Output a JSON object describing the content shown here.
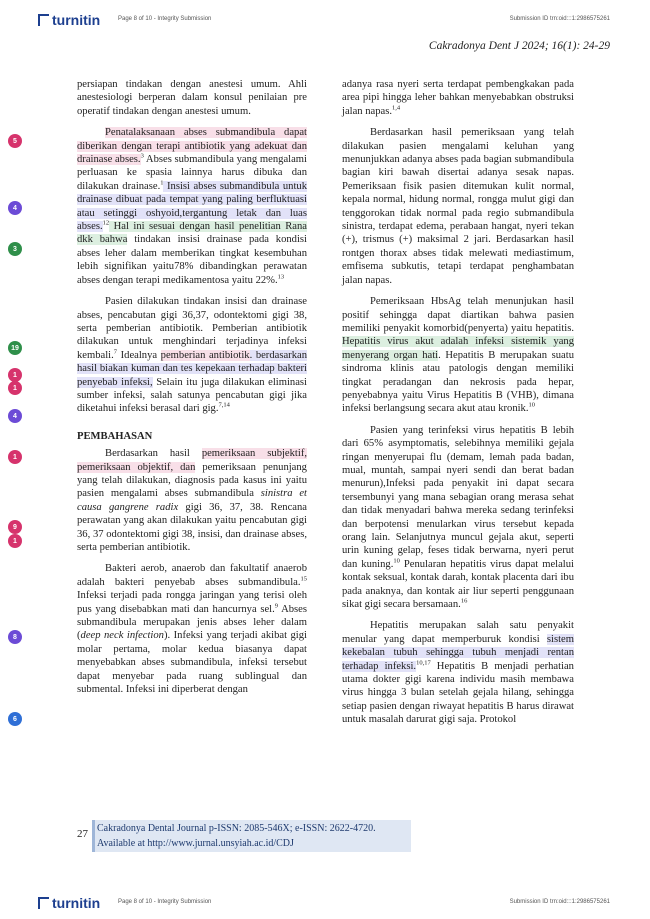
{
  "header": {
    "logo": "turnitin",
    "page_info": "Page 8 of 10 - Integrity Submission",
    "submission": "Submission ID trn:oid:::1:2986575261",
    "journal_ref": "Cakradonya Dent J 2024; 16(1): 24-29"
  },
  "left": {
    "p1": "persiapan tindakan dengan anestesi umum. Ahli anestesiologi berperan dalam konsul penilaian pre operatif tindakan dengan anestesi umum.",
    "p2_a": "Penatalaksanaan abses submandibula dapat diberikan dengan terapi antibiotik yang adekuat dan drainase abses.",
    "p2_s1": "3",
    "p2_b": " Abses submandibula yang mengalami perluasan ke spasia lainnya harus dibuka dan dilakukan drainase.",
    "p2_s2": "1",
    "p2_c": " Insisi abses submandibula untuk drainase dibuat pada tempat yang paling berfluktuasi atau setinggi oshyoid,tergantung letak dan luas abses.",
    "p2_s3": "12",
    "p2_d": " Hal ini sesuai dengan hasil penelitian Rana dkk bahwa",
    "p2_e": " tindakan insisi drainase pada kondisi abses leher dalam memberikan tingkat kesembuhan lebih signifikan yaitu78% dibandingkan perawatan abses dengan terapi medikamentosa yaitu 22%.",
    "p2_s4": "13",
    "p3_a": "Pasien dilakukan tindakan insisi dan drainase abses, pencabutan gigi 36,37, odontektomi gigi 38, serta pemberian antibiotik. Pemberian antibiotik dilakukan untuk menghindari terjadinya infeksi kembali.",
    "p3_s1": "7",
    "p3_b": " Idealnya ",
    "p3_c": "pemberian antibiotik",
    "p3_d": ". berdasarkan hasil biakan kuman dan tes kepekaan terhadap bakteri penyebab infeksi,",
    "p3_e": " Selain itu juga dilakukan eliminasi sumber infeksi, salah satunya pencabutan gigi jika diketahui infeksi berasal dari gig.",
    "p3_s2": "7,14",
    "section": "PEMBAHASAN",
    "p4_a": "Berdasarkan hasil ",
    "p4_b": "pemeriksaan subjektif, pemeriksaan objektif, dan",
    "p4_c": " pemeriksaan penunjang yang telah dilakukan, diagnosis pada kasus ini yaitu pasien mengalami abses submandibula ",
    "p4_i": "sinistra et causa gangrene radix",
    "p4_d": " gigi 36, 37, 38. Rencana perawatan yang akan dilakukan yaitu pencabutan gigi 36, 37 odontektomi gigi 38, insisi, dan drainase abses, serta pemberian antibiotik.",
    "p5_a": "Bakteri aerob, anaerob dan fakultatif anaerob adalah bakteri penyebab abses submandibula.",
    "p5_s1": "15",
    "p5_b": " Infeksi terjadi pada rongga jaringan yang terisi oleh pus yang disebabkan mati dan hancurnya sel.",
    "p5_s2": "9",
    "p5_c": " Abses submandibula merupakan jenis abses leher dalam (",
    "p5_i": "deep neck infection",
    "p5_d": "). Infeksi yang terjadi akibat gigi molar pertama, molar kedua biasanya dapat menyebabkan abses submandibula, infeksi tersebut dapat menyebar pada ruang sublingual dan submental. Infeksi ini diperberat dengan"
  },
  "right": {
    "p1_a": "adanya rasa nyeri serta terdapat pembengkakan pada area pipi hingga leher bahkan menyebabkan obstruksi jalan napas.",
    "p1_s": "1,4",
    "p2": "Berdasarkan hasil pemeriksaan yang telah dilakukan pasien mengalami keluhan yang menunjukkan adanya abses pada bagian submandibula bagian kiri bawah disertai adanya sesak napas. Pemeriksaan fisik pasien ditemukan kulit normal, kepala normal, hidung normal, rongga mulut gigi dan tenggorokan tidak normal pada regio submandibula sinistra, terdapat edema, perabaan hangat, nyeri tekan (+), trismus (+) maksimal 2 jari. Berdasarkan hasil rontgen thorax abses tidak melewati mediastimum, emfisema subkutis, tetapi terdapat penghambatan jalan napas.",
    "p3_a": "Pemeriksaan HbsAg telah menunjukan hasil positif sehingga dapat diartikan bahwa pasien memiliki penyakit komorbid(penyerta) yaitu hepatitis. ",
    "p3_b": "Hepatitis virus akut adalah infeksi sistemik yang menyerang organ hati",
    "p3_c": ". Hepatitis B merupakan suatu sindroma klinis atau patologis dengan memiliki tingkat peradangan dan nekrosis pada hepar, penyebabnya yaitu Virus Hepatitis B (VHB), dimana infeksi berlangsung secara akut atau kronik.",
    "p3_s": "10",
    "p4_a": "Pasien yang terinfeksi virus hepatitis B lebih dari 65% asymptomatis, selebihnya memiliki gejala ringan menyerupai flu (demam, lemah pada badan, mual, muntah, sampai nyeri sendi dan berat badan menurun),Infeksi pada penyakit ini dapat secara tersembunyi yang mana sebagian orang merasa sehat dan tidak menyadari bahwa mereka sedang terinfeksi dan berpotensi menularkan virus tersebut kepada orang lain. Selanjutnya muncul gejala akut, seperti urin kuning gelap, feses tidak berwarna, nyeri perut dan kuning.",
    "p4_s1": "10",
    "p4_b": " Penularan hepatitis virus dapat melalui kontak seksual, kontak darah, kontak placenta dari ibu pada anaknya, dan kontak air liur seperti penggunaan sikat gigi secara bersamaan.",
    "p4_s2": "16",
    "p5_a": "Hepatitis merupakan salah satu penyakit menular yang dapat memperburuk kondisi ",
    "p5_b": "sistem kekebalan tubuh sehingga tubuh menjadi rentan terhadap infeksi.",
    "p5_s": "10,17",
    "p5_c": " Hepatitis B menjadi perhatian utama dokter gigi karena individu masih membawa virus hingga 3 bulan setelah gejala hilang, sehingga setiap pasien dengan riwayat hepatitis B harus dirawat untuk masalah darurat gigi saja. Protokol"
  },
  "badges": [
    "5",
    "4",
    "3",
    "19",
    "1",
    "1",
    "4",
    "1",
    "9",
    "1",
    "8",
    "6"
  ],
  "footer": {
    "page_number": "27",
    "line1": "Cakradonya Dental Journal p-ISSN: 2085-546X; e-ISSN: 2622-4720.",
    "line2": "Available at http://www.jurnal.unsyiah.ac.id/CDJ",
    "logo": "turnitin",
    "page_info": "Page 8 of 10 - Integrity Submission",
    "submission": "Submission ID trn:oid:::1:2986575261"
  },
  "colors": {
    "badge_pink": "#d6336c",
    "badge_purple": "#6c4bd6",
    "badge_green": "#2f8f4a",
    "badge_blue": "#2f6fd6",
    "brand": "#1d3f8f"
  }
}
